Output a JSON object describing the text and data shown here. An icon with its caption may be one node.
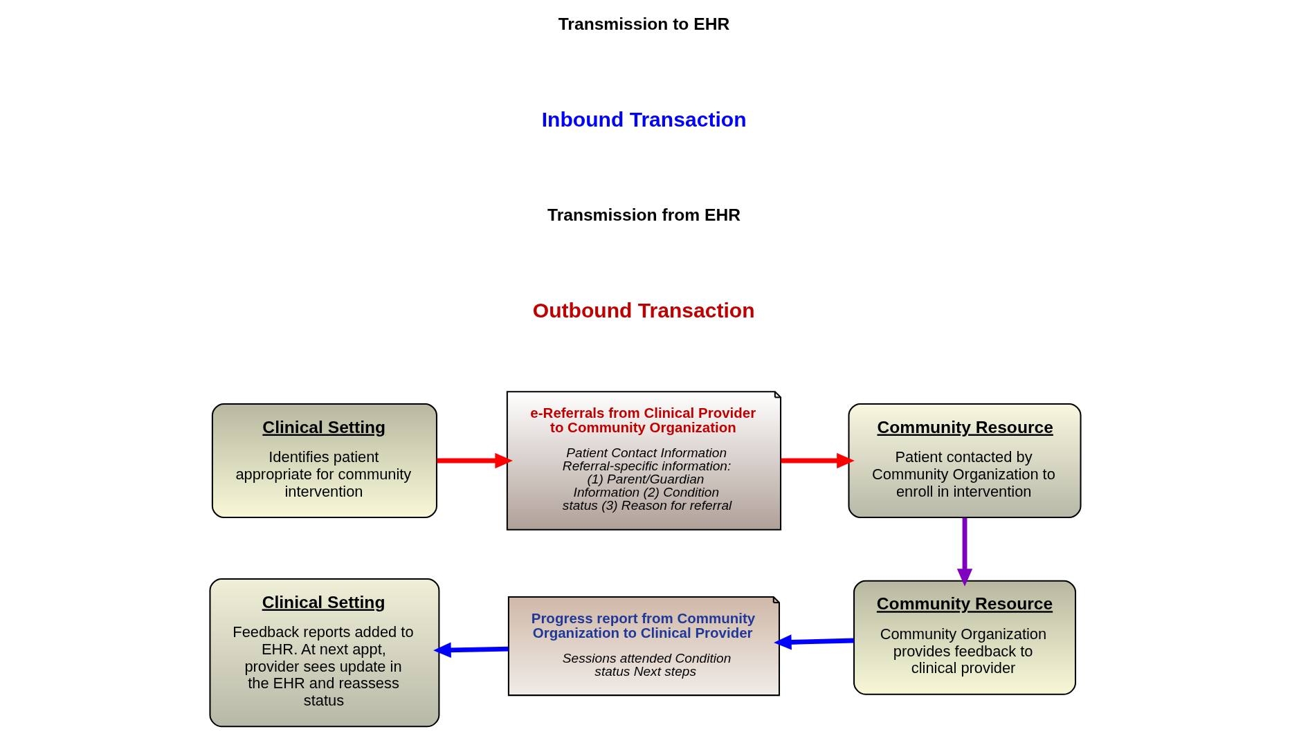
{
  "diagram": {
    "nodes": [
      {
        "text": [
          "Clinical Setting",
          "Identifies patient appropriate for community intervention"
        ]
      },
      {
        "text": [
          "e-Referrals from Clinical Provider to Community Organization",
          "Patient Contact Information Referral-specific information: (1) Parent/Guardian Information (2) Condition status (3) Reason for referral"
        ]
      },
      {
        "text": [
          "Community Resource",
          "Patient contacted by Community Organization to enroll in intervention"
        ]
      },
      {
        "text": [
          "Community Resource",
          "Community Organization provides feedback to clinical provider"
        ]
      },
      {
        "text": [
          "Progress report from Community Organization to Clinical Provider",
          "Sessions attended Condition status Next steps"
        ]
      },
      {
        "text": [
          "Clinical Setting",
          "Feedback reports added to EHR. At next appt, provider sees update in the EHR and reassess status"
        ]
      }
    ],
    "edges": [
      {
        "from": 0,
        "to": 1,
        "arrow": "to",
        "color": "#ff0000"
      },
      {
        "from": 1,
        "to": 2,
        "arrow": "to",
        "color": "#ff0000"
      },
      {
        "from": 2,
        "to": 3,
        "arrow": "to",
        "color": "#8000c0"
      },
      {
        "from": 3,
        "to": 4,
        "arrow": "to",
        "color": "#0000ff"
      },
      {
        "from": 4,
        "to": 5,
        "arrow": "to",
        "color": "#0000ff"
      }
    ],
    "labels": [
      "Outbound Transaction",
      "Transmission from EHR",
      "Inbound Transaction",
      "Transmission to EHR"
    ]
  }
}
